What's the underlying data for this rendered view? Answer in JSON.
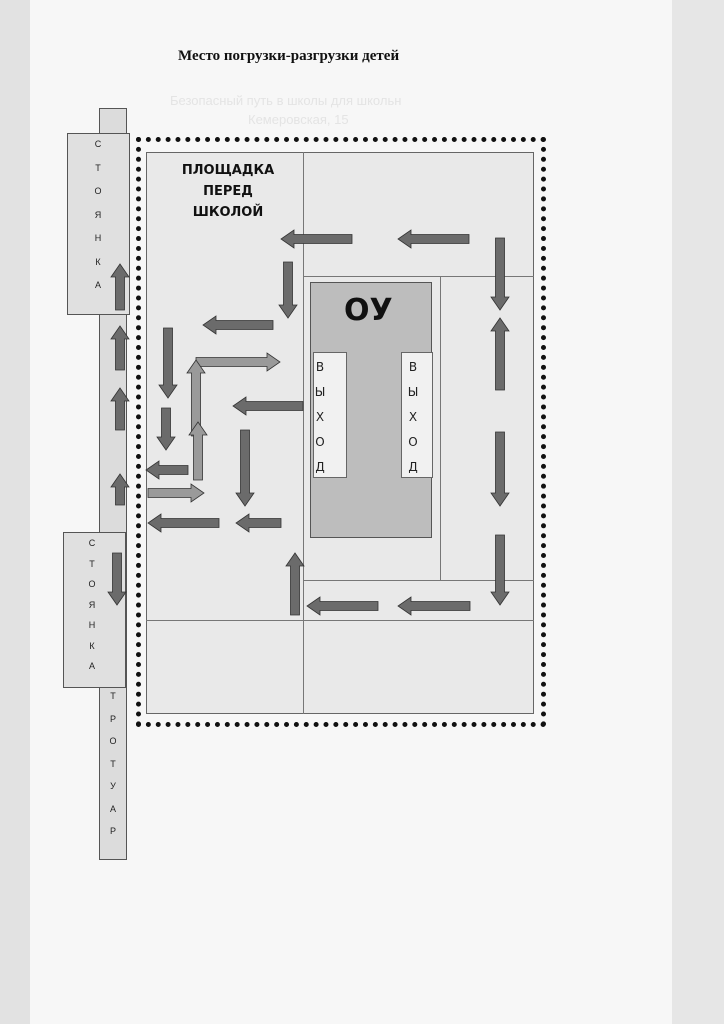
{
  "title": "Место погрузки-разгрузки детей",
  "faint_header": {
    "line1": "Безопасный путь в школы для школьн",
    "line2": "Кемеровская, 15"
  },
  "parking_top": {
    "letters": [
      "С",
      "Т",
      "О",
      "Я",
      "Н",
      "К",
      "А"
    ]
  },
  "parking_bottom": {
    "letters": [
      "С",
      "Т",
      "О",
      "Я",
      "Н",
      "К",
      "А"
    ]
  },
  "sidewalk": {
    "letters": [
      "Т",
      "Р",
      "О",
      "Т",
      "У",
      "А",
      "Р"
    ]
  },
  "square_label": "ПЛОЩАДКА ПЕРЕД ШКОЛОЙ",
  "building_label": "ОУ",
  "exit_left": {
    "letters": [
      "В",
      "Ы",
      "Х",
      "О",
      "Д"
    ]
  },
  "exit_right": {
    "letters": [
      "В",
      "Ы",
      "Х",
      "О",
      "Д"
    ]
  },
  "colors": {
    "arrow_dark": "#6b6b6b",
    "arrow_light": "#9a9a9a",
    "building": "#bdbdbd",
    "border": "#111111"
  }
}
